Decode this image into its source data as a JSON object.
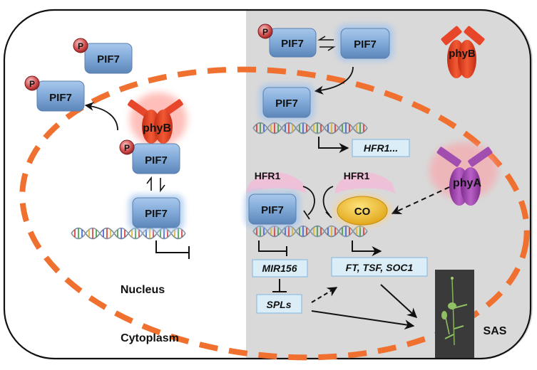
{
  "regions": {
    "nucleus_label": "Nucleus",
    "cytoplasm_label": "Cytoplasm"
  },
  "proteins": {
    "pif7_label": "PIF7",
    "phospho_label": "P",
    "phyB_label": "phyB",
    "phyA_label": "phyA",
    "hfr1_label": "HFR1",
    "co_label": "CO"
  },
  "genes": {
    "hfr1_target": "HFR1...",
    "mir156": "MIR156",
    "flowering": "FT, TSF, SOC1",
    "spls": "SPLs"
  },
  "outcome": {
    "sas_label": "SAS"
  },
  "colors": {
    "pif7": "#7fa8d6",
    "phyB": "#e8462a",
    "phyA": "#a24db0",
    "hfr1": "#efc1d9",
    "co": "#f3c22f",
    "nuclear_envelope": "#f07030",
    "shade_panel": "#d8d8d8",
    "gene_box": "#dbeef8"
  }
}
